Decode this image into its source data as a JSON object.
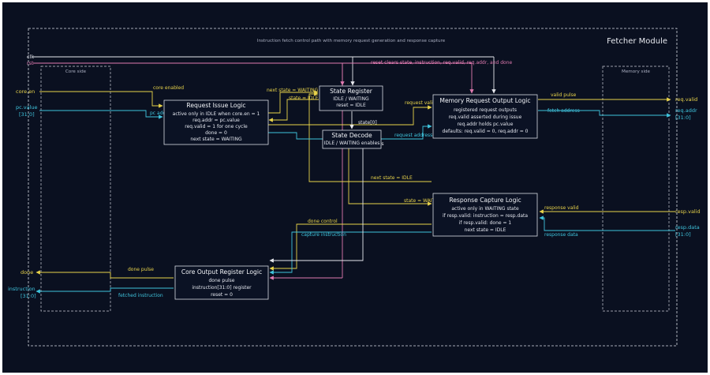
{
  "module_title": "Fetcher Module",
  "subtitle": "Instruction fetch control path with memory request generation and response capture",
  "regions": {
    "core_side": "Core side",
    "memory_side": "Memory side"
  },
  "left_ports": {
    "clk": "clk",
    "rst": "rst",
    "core_en": "core.en",
    "pc_value": "pc.value",
    "pc_width": "[31:0]",
    "done": "done",
    "instruction": "instruction",
    "instruction_width": "[31:0]"
  },
  "right_ports": {
    "req_valid": "req.valid",
    "req_addr": "req.addr",
    "req_addr_width": "[31:0]",
    "resp_valid": "resp.valid",
    "resp_data": "resp.data",
    "resp_data_width": "[31:0]"
  },
  "blocks": {
    "request_issue": {
      "title": "Request Issue Logic",
      "lines": [
        "active only in IDLE when core.en = 1",
        "req.addr = pc.value",
        "req.valid = 1 for one cycle",
        "done = 0",
        "next state = WAITING"
      ]
    },
    "state_register": {
      "title": "State Register",
      "lines": [
        "IDLE / WAITING",
        "reset = IDLE"
      ]
    },
    "state_decode": {
      "title": "State Decode",
      "lines": [
        "IDLE / WAITING enables"
      ]
    },
    "memory_request": {
      "title": "Memory Request Output Logic",
      "lines": [
        "registered request outputs",
        "req.valid asserted during issue",
        "req.addr holds pc.value",
        "defaults: req.valid = 0, req.addr = 0"
      ]
    },
    "response_capture": {
      "title": "Response Capture Logic",
      "lines": [
        "active only in WAITING state",
        "if resp.valid: instruction = resp.data",
        "if resp.valid: done = 1",
        "next state = IDLE"
      ]
    },
    "core_output": {
      "title": "Core Output Register Logic",
      "lines": [
        "done pulse",
        "instruction[31:0] register",
        "reset = 0"
      ]
    }
  },
  "signals": {
    "reset_note": "reset clears state, instruction, req.valid, req.addr, and done",
    "core_enabled": "core enabled",
    "pc_address": "pc address",
    "next_state_waiting": "next state = WAITING",
    "state_idle": "state = IDLE",
    "state0": "state[0]",
    "enables": "enables",
    "request_valid_pulse": "request valid pulse",
    "request_address": "request address",
    "valid_pulse": "valid pulse",
    "fetch_address": "fetch address",
    "next_state_idle": "next state = IDLE",
    "state_waiting": "state = WAITING",
    "response_valid": "response valid",
    "response_data": "response data",
    "done_control": "done control",
    "capture_instruction": "capture instruction",
    "done_pulse": "done pulse",
    "fetched_instruction": "fetched instruction"
  },
  "colors": {
    "background": "#0a1020",
    "control": "#e8d34a",
    "data": "#3fc4dd",
    "reset": "#e07ab0",
    "clock": "#e6e8ee",
    "box_stroke": "#d8dbe4"
  }
}
